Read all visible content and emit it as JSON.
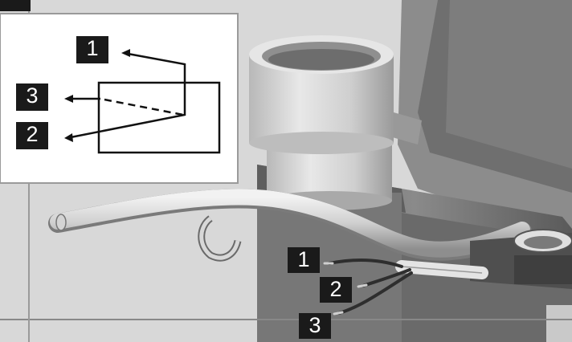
{
  "inset_labels": [
    "1",
    "3",
    "2"
  ],
  "photo_labels": [
    "1",
    "2",
    "3"
  ],
  "colors": {
    "label_bg": "#1a1a1a",
    "label_text": "#ffffff",
    "frame": "#8a8a8a",
    "photo_bg": "#d9d9d9",
    "dark_gray": "#4a4a4a"
  }
}
